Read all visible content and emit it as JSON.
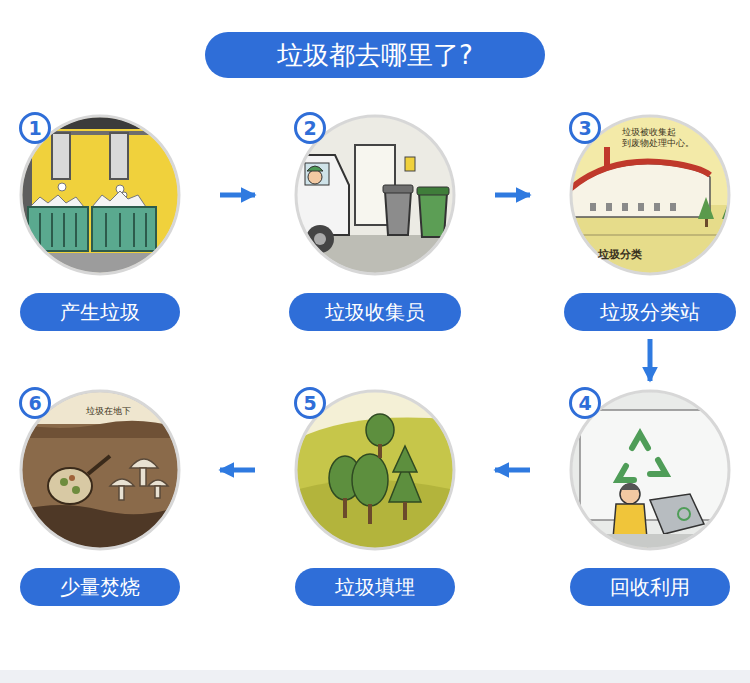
{
  "diagram": {
    "title": "垃圾都去哪里了?",
    "nodes": [
      {
        "text": [
          "1",
          "产生垃圾"
        ]
      },
      {
        "text": [
          "2",
          "垃圾收集员"
        ]
      },
      {
        "text": [
          "3",
          "垃圾分类站"
        ]
      },
      {
        "text": [
          "4",
          "回收利用"
        ]
      },
      {
        "text": [
          "5",
          "垃圾填埋"
        ]
      },
      {
        "text": [
          "6",
          "少量焚烧"
        ]
      }
    ],
    "edges": [
      {
        "from": 0,
        "to": 1,
        "arrow": "to"
      },
      {
        "from": 1,
        "to": 2,
        "arrow": "to"
      },
      {
        "from": 2,
        "to": 3,
        "arrow": "to"
      },
      {
        "from": 3,
        "to": 4,
        "arrow": "to"
      },
      {
        "from": 4,
        "to": 5,
        "arrow": "to"
      }
    ],
    "labels": [
      "垃圾被收集起 到废物处理中心。",
      "垃圾分类",
      "垃圾在地下"
    ]
  }
}
